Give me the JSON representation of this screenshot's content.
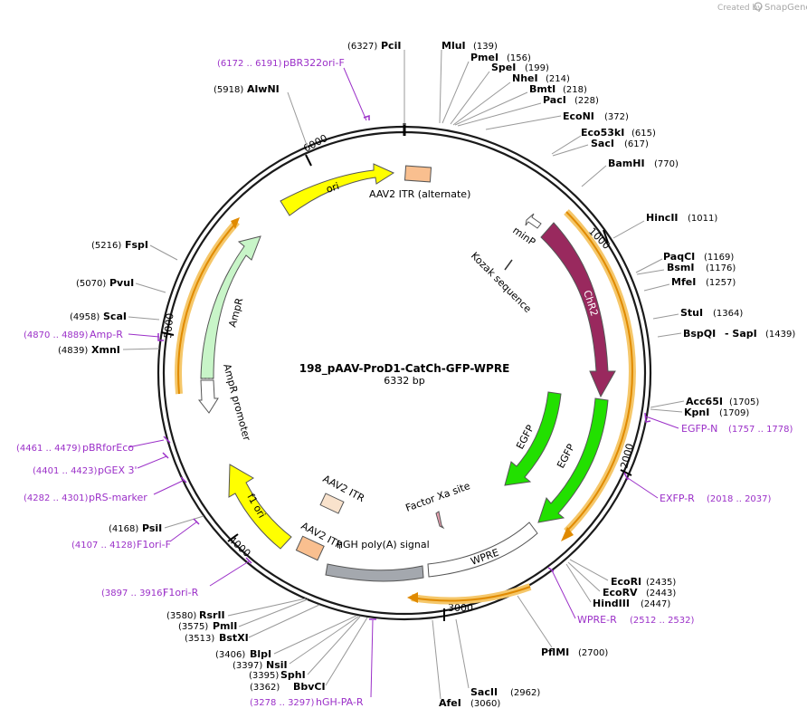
{
  "credit": {
    "prefix": "Created by",
    "brand": "SnapGene"
  },
  "plasmid": {
    "name": "198_pAAV-ProD1-CatCh-GFP-WPRE",
    "size_label": "6332 bp"
  },
  "ticks": [
    "1000",
    "2000",
    "3000",
    "4000",
    "5000",
    "6000"
  ],
  "sites": [
    {
      "name": "PciI",
      "pos": "(6327)"
    },
    {
      "name": "MluI",
      "pos": "(139)"
    },
    {
      "name": "PmeI",
      "pos": "(156)"
    },
    {
      "name": "SpeI",
      "pos": "(199)"
    },
    {
      "name": "NheI",
      "pos": "(214)"
    },
    {
      "name": "BmtI",
      "pos": "(218)"
    },
    {
      "name": "PacI",
      "pos": "(228)"
    },
    {
      "name": "EcoNI",
      "pos": "(372)"
    },
    {
      "name": "Eco53kI",
      "pos": "(615)"
    },
    {
      "name": "SacI",
      "pos": "(617)"
    },
    {
      "name": "BamHI",
      "pos": "(770)"
    },
    {
      "name": "HincII",
      "pos": "(1011)"
    },
    {
      "name": "PaqCI",
      "pos": "(1169)"
    },
    {
      "name": "BsmI",
      "pos": "(1176)"
    },
    {
      "name": "MfeI",
      "pos": "(1257)"
    },
    {
      "name": "StuI",
      "pos": "(1364)"
    },
    {
      "name": "BspQI",
      "pos": ""
    },
    {
      "name": "- SapI",
      "pos": "(1439)"
    },
    {
      "name": "Acc65I",
      "pos": "(1705)"
    },
    {
      "name": "KpnI",
      "pos": "(1709)"
    },
    {
      "name": "EcoRI",
      "pos": "(2435)"
    },
    {
      "name": "EcoRV",
      "pos": "(2443)"
    },
    {
      "name": "HindIII",
      "pos": "(2447)"
    },
    {
      "name": "PflMI",
      "pos": "(2700)"
    },
    {
      "name": "SacII",
      "pos": "(2962)"
    },
    {
      "name": "AfeI",
      "pos": "(3060)"
    },
    {
      "name": "BbvCI",
      "pos": "(3362)"
    },
    {
      "name": "SphI",
      "pos": "(3395)"
    },
    {
      "name": "NsiI",
      "pos": "(3397)"
    },
    {
      "name": "BlpI",
      "pos": "(3406)"
    },
    {
      "name": "BstXI",
      "pos": "(3513)"
    },
    {
      "name": "PmlI",
      "pos": "(3575)"
    },
    {
      "name": "RsrII",
      "pos": "(3580)"
    },
    {
      "name": "PsiI",
      "pos": "(4168)"
    },
    {
      "name": "XmnI",
      "pos": "(4839)"
    },
    {
      "name": "ScaI",
      "pos": "(4958)"
    },
    {
      "name": "PvuI",
      "pos": "(5070)"
    },
    {
      "name": "FspI",
      "pos": "(5216)"
    },
    {
      "name": "AlwNI",
      "pos": "(5918)"
    }
  ],
  "primers": [
    {
      "name": "pBR322ori-F",
      "range": "(6172 .. 6191)"
    },
    {
      "name": "EGFP-N",
      "range": "(1757 .. 1778)"
    },
    {
      "name": "EXFP-R",
      "range": "(2018 .. 2037)"
    },
    {
      "name": "WPRE-R",
      "range": "(2512 .. 2532)"
    },
    {
      "name": "hGH-PA-R",
      "range": "(3278 .. 3297)"
    },
    {
      "name": "F1ori-R",
      "range": "(3897 .. 3916)"
    },
    {
      "name": "F1ori-F",
      "range": "(4107 .. 4128)"
    },
    {
      "name": "pRS-marker",
      "range": "(4282 .. 4301)"
    },
    {
      "name": "pGEX 3'",
      "range": "(4401 .. 4423)"
    },
    {
      "name": "pBRforEco",
      "range": "(4461 .. 4479)"
    },
    {
      "name": "Amp-R",
      "range": "(4870 .. 4889)"
    }
  ],
  "features": {
    "itr_alt": "AAV2 ITR (alternate)",
    "ori": "ori",
    "minp": "minP",
    "kozak": "Kozak sequence",
    "chr2": "ChR2",
    "egfp_outer": "EGFP",
    "egfp_inner": "EGFP",
    "factor_xa": "Factor Xa site",
    "wpre": "WPRE",
    "hgh": "hGH poly(A) signal",
    "itr_a": "AAV2 ITR",
    "itr_b": "AAV2 ITR",
    "f1ori": "f1 ori",
    "ampr": "AmpR",
    "ampr_promoter": "AmpR promoter"
  },
  "colors": {
    "backbone": "#1a1a1a",
    "orange_highlight": "#f5c76a",
    "orange_strand": "#e08a00",
    "ori": "#ffff00",
    "chr2": "#99295e",
    "egfp": "#22e000",
    "ampr": "#c8f5c8",
    "itr": "#f9bf8f",
    "hgh": "#a4a8ae",
    "primer": "#9b30c8"
  }
}
